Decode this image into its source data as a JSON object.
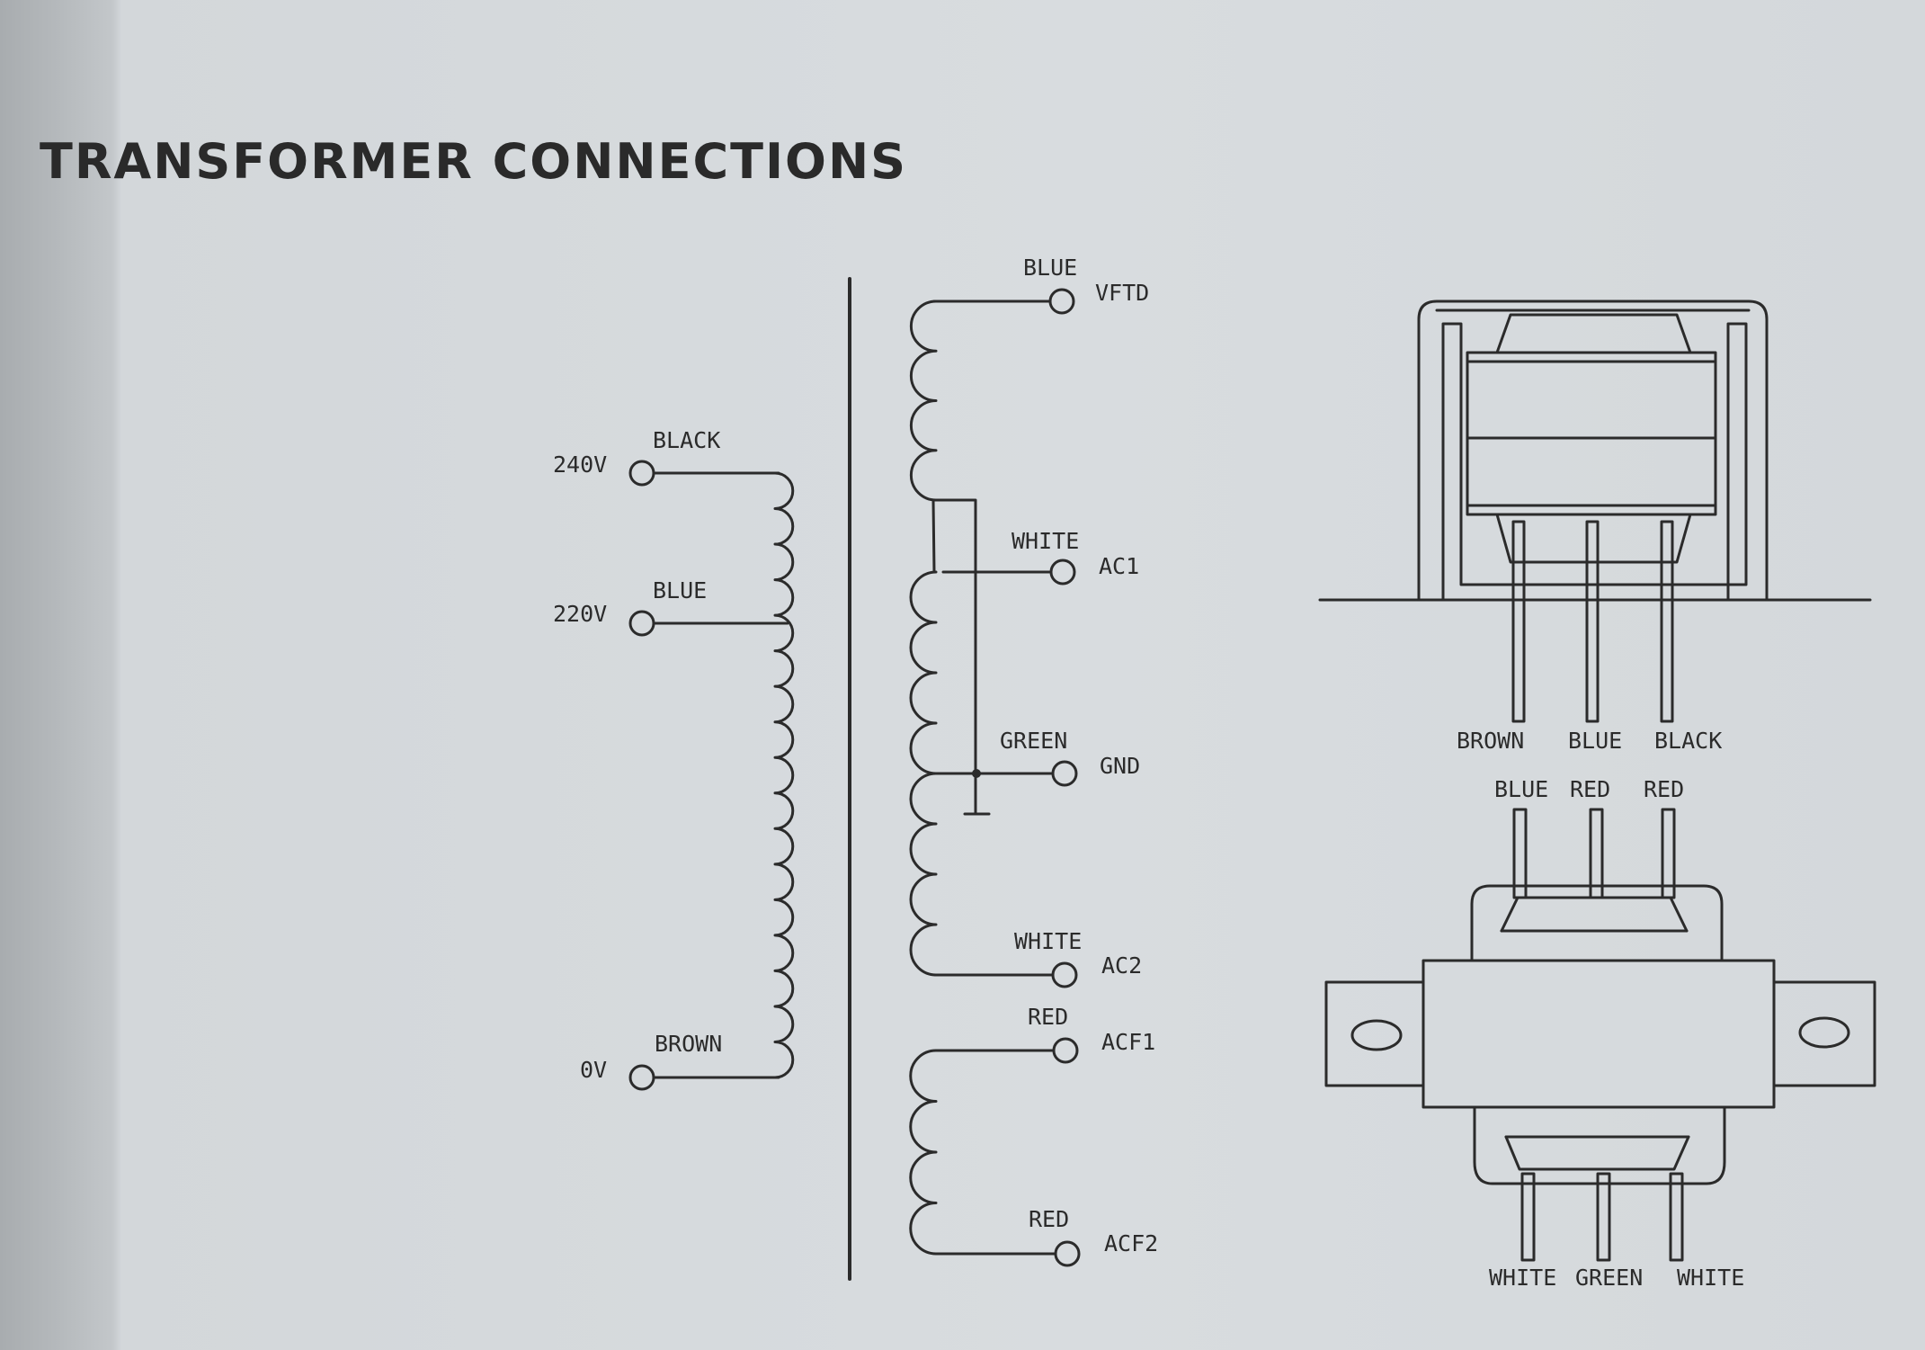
{
  "title": "TRANSFORMER CONNECTIONS",
  "primary": {
    "terminals": [
      {
        "voltage": "240V",
        "wire": "BLACK"
      },
      {
        "voltage": "220V",
        "wire": "BLUE"
      },
      {
        "voltage": "0V",
        "wire": "BROWN"
      }
    ]
  },
  "secondary": {
    "terminals": [
      {
        "name": "VFTD",
        "wire": "BLUE"
      },
      {
        "name": "AC1",
        "wire": "WHITE"
      },
      {
        "name": "GND",
        "wire": "GREEN"
      },
      {
        "name": "AC2",
        "wire": "WHITE"
      },
      {
        "name": "ACF1",
        "wire": "RED"
      },
      {
        "name": "ACF2",
        "wire": "RED"
      }
    ]
  },
  "side_view": {
    "pins": [
      "BROWN",
      "BLUE",
      "BLACK"
    ]
  },
  "top_view": {
    "top_pins": [
      "BLUE",
      "RED",
      "RED"
    ],
    "bottom_pins": [
      "WHITE",
      "GREEN",
      "WHITE"
    ]
  }
}
